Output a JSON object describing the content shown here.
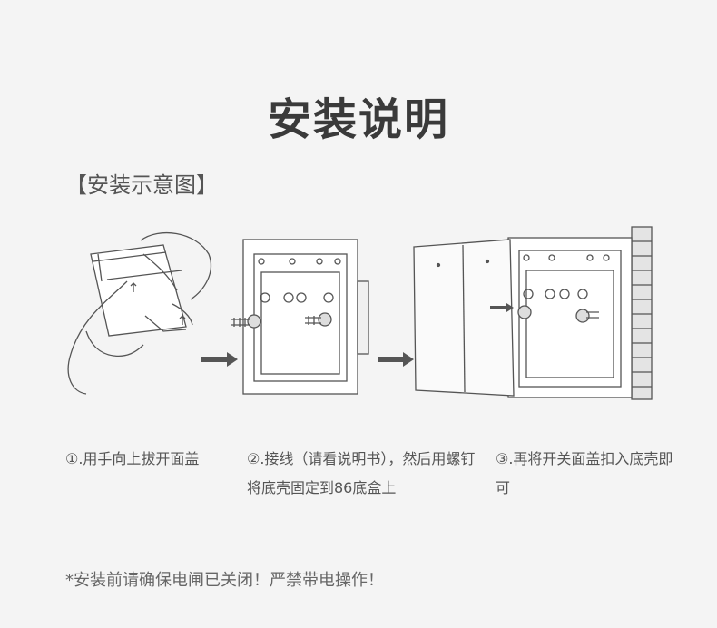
{
  "header": {
    "title": "安装说明",
    "subtitle": "【安装示意图】"
  },
  "steps": [
    {
      "text": "①.用手向上拔开面盖"
    },
    {
      "text": "②.接线（请看说明书），然后用螺钉将底壳固定到86底盒上"
    },
    {
      "text": "③.再将开关面盖扣入底壳即可"
    }
  ],
  "warning": "*安装前请确保电闸已关闭！严禁带电操作！"
}
